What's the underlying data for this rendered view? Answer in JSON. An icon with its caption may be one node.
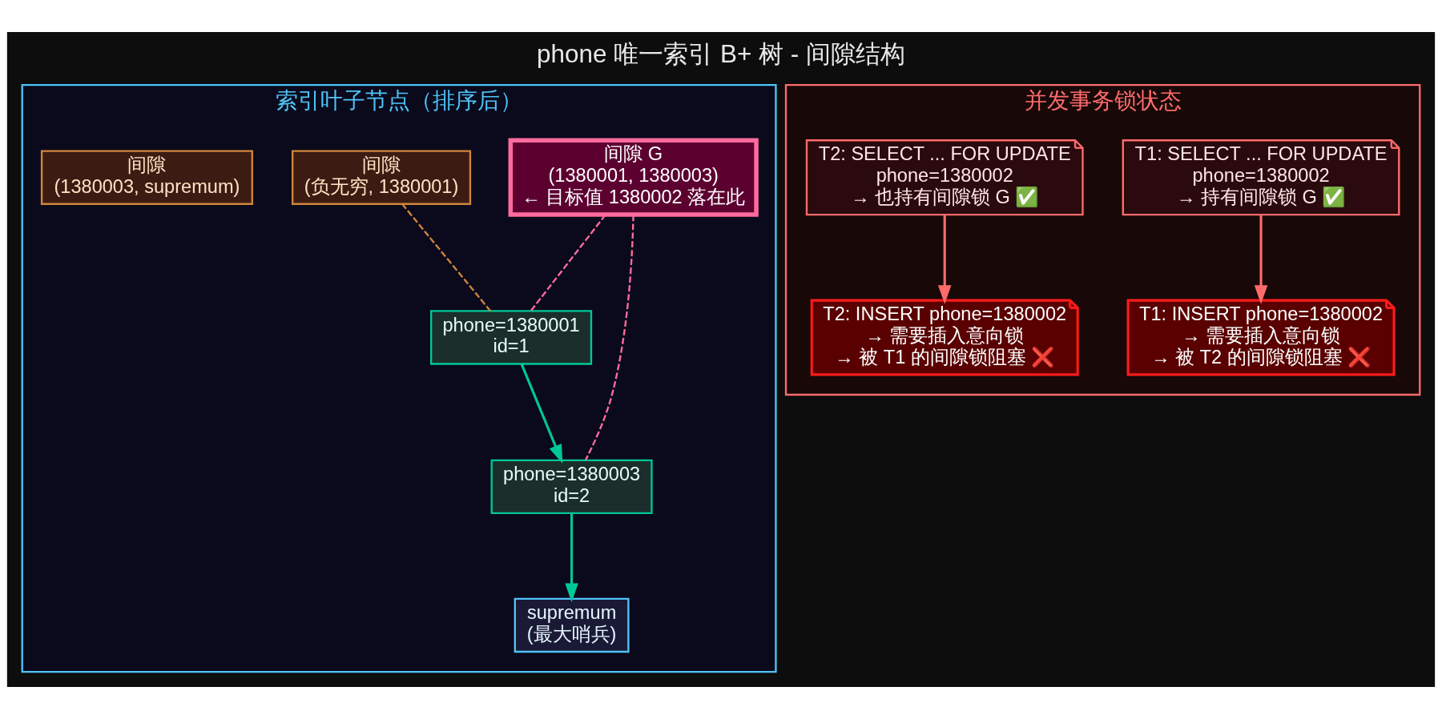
{
  "diagram": {
    "title": "phone 唯一索引 B+ 树 - 间隙结构",
    "nodes": [
      {
        "text": [
          "索引叶子节点（排序后）"
        ]
      },
      {
        "text": [
          "间隙",
          "(1380003, supremum)"
        ],
        "in": 0
      },
      {
        "text": [
          "间隙",
          "(负无穷, 1380001)"
        ],
        "in": 0
      },
      {
        "text": [
          "间隙 G",
          "(1380001, 1380003)",
          "← 目标值 1380002 落在此"
        ],
        "in": 0
      },
      {
        "text": [
          "phone=1380001",
          "id=1"
        ],
        "in": 0
      },
      {
        "text": [
          "phone=1380003",
          "id=2"
        ],
        "in": 0
      },
      {
        "text": [
          "supremum",
          "(最大哨兵)"
        ],
        "in": 0
      },
      {
        "text": [
          "并发事务锁状态"
        ]
      },
      {
        "text": [
          "T2: SELECT ... FOR UPDATE",
          "phone=1380002",
          "→ 也持有间隙锁 G ✅"
        ],
        "in": 7
      },
      {
        "text": [
          "T1: SELECT ... FOR UPDATE",
          "phone=1380002",
          "→ 持有间隙锁 G ✅"
        ],
        "in": 7
      },
      {
        "text": [
          "T2: INSERT phone=1380002",
          "→ 需要插入意向锁",
          "→ 被 T1 的间隙锁阻塞 ❌"
        ],
        "in": 7
      },
      {
        "text": [
          "T1: INSERT phone=1380002",
          "→ 需要插入意向锁",
          "→ 被 T2 的间隙锁阻塞 ❌"
        ],
        "in": 7
      }
    ],
    "edges": [
      {
        "from": 2,
        "to": 4,
        "arrow": "none",
        "style": "dashed",
        "color": "#d2843c"
      },
      {
        "from": 3,
        "to": 4,
        "arrow": "none",
        "style": "dashed",
        "color": "#ff6b9d"
      },
      {
        "from": 3,
        "to": 5,
        "arrow": "none",
        "style": "dashed",
        "color": "#ff6b9d"
      },
      {
        "from": 4,
        "to": 5,
        "arrow": "to",
        "color": "#00c896"
      },
      {
        "from": 5,
        "to": 6,
        "arrow": "to",
        "color": "#00c896"
      },
      {
        "from": 8,
        "to": 10,
        "arrow": "to",
        "color": "#ff6b6b"
      },
      {
        "from": 9,
        "to": 11,
        "arrow": "to",
        "color": "#ff6b6b"
      }
    ]
  }
}
